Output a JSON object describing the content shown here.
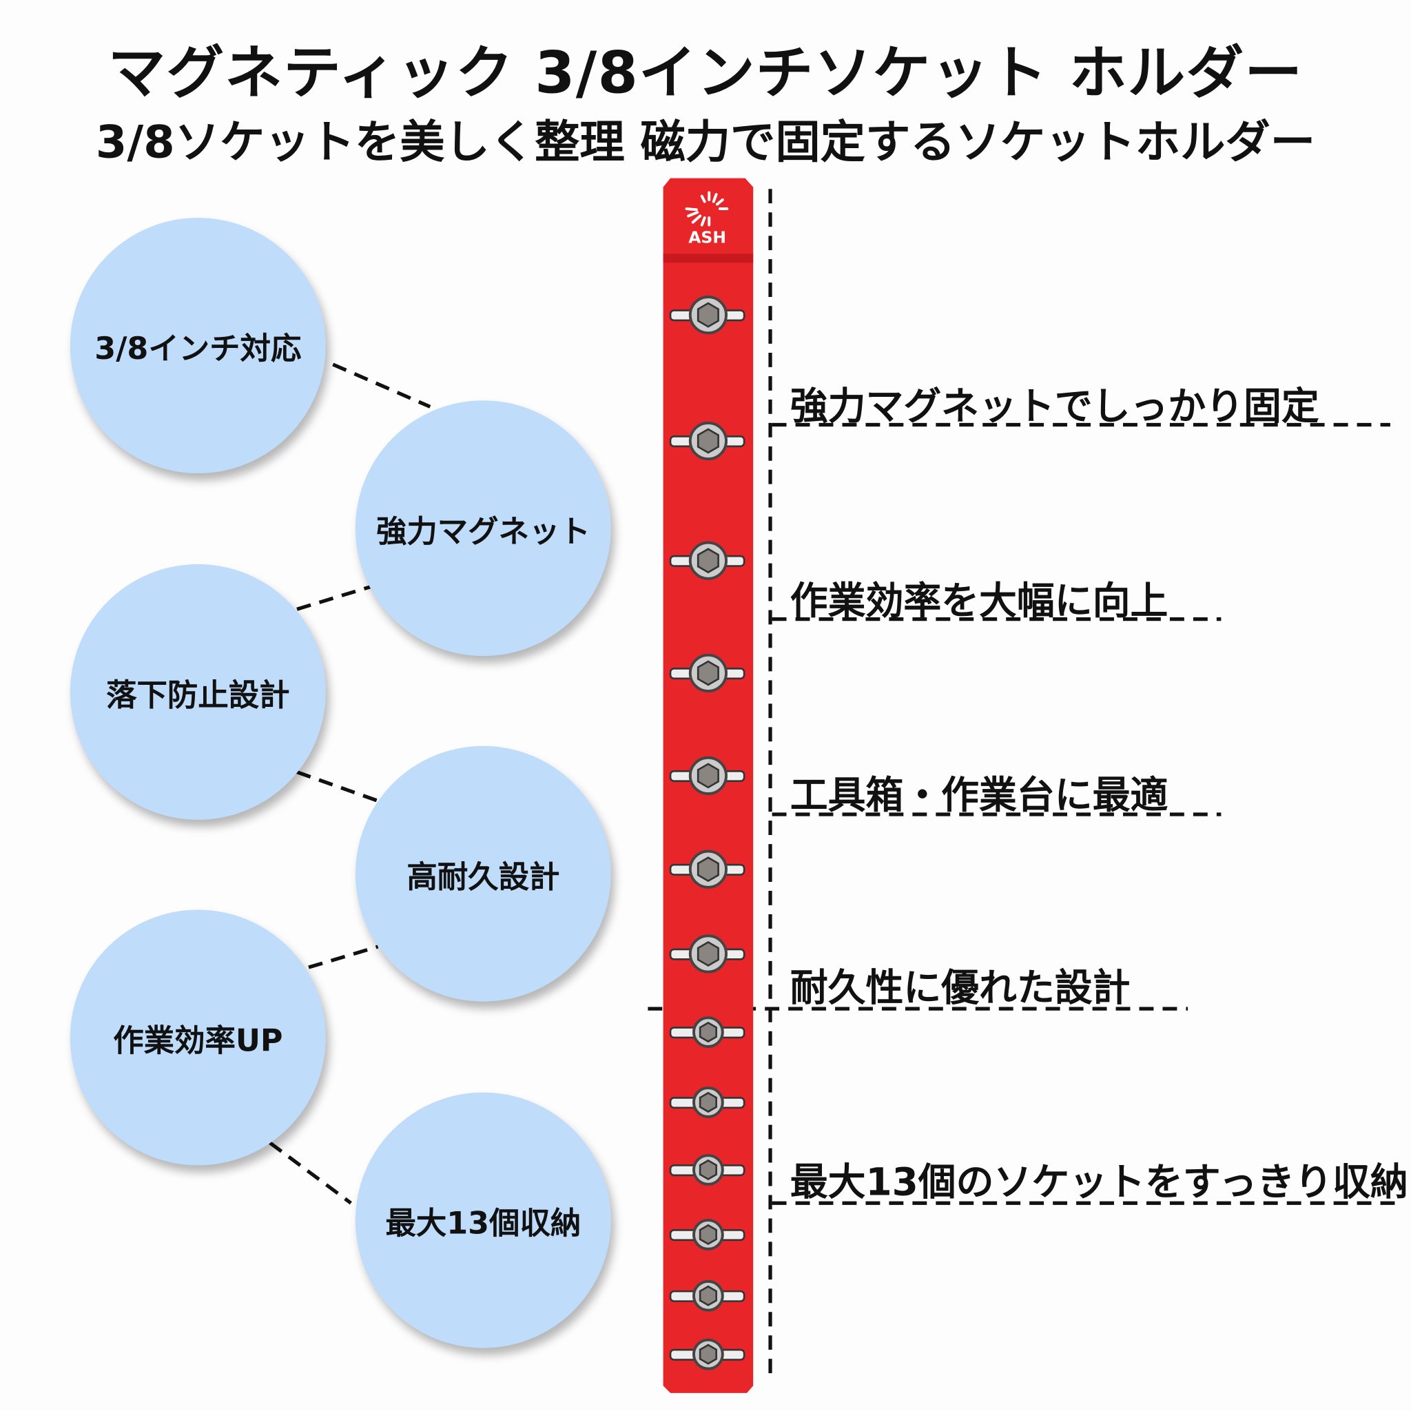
{
  "title": "マグネティック 3/8インチソケット ホルダー",
  "subtitle": "3/8ソケットを美しく整理  磁力で固定するソケットホルダー",
  "circles": [
    "3/8インチ対応",
    "強力マグネット",
    "落下防止設計",
    "高耐久設計",
    "作業効率UP",
    "最大13個収納"
  ],
  "features": [
    "強力マグネットでしっかり固定",
    "作業効率を大幅に向上",
    "工具箱・作業台に最適",
    "耐久性に優れた設計",
    "最大13個のソケットをすっきり収納"
  ],
  "product": {
    "brand": "ASH",
    "socket_count": 13,
    "color": "#e8262a"
  },
  "circle_color": "#bfdcfb"
}
